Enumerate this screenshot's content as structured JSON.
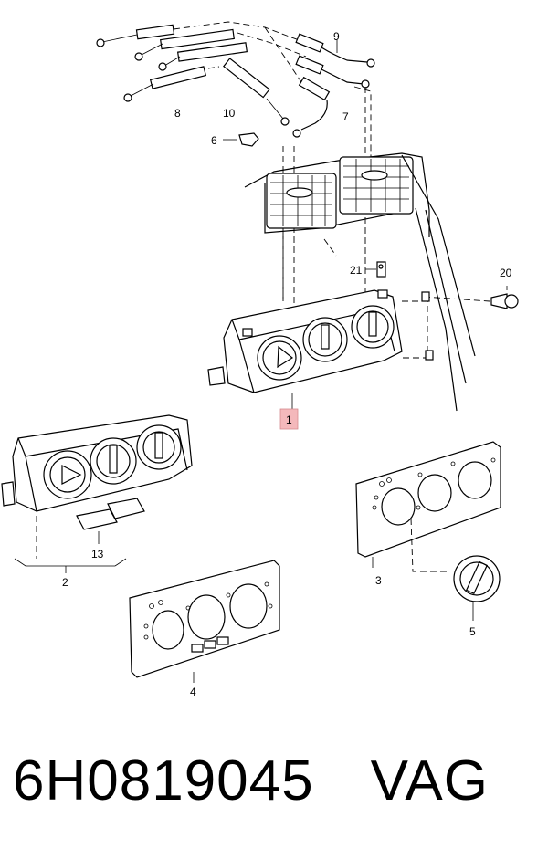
{
  "callouts": {
    "c1": "1",
    "c2": "2",
    "c3": "3",
    "c4": "4",
    "c5": "5",
    "c6": "6",
    "c7": "7",
    "c8": "8",
    "c9": "9",
    "c10": "10",
    "c13": "13",
    "c20": "20",
    "c21": "21"
  },
  "highlight_color": "#f4b8bb",
  "caption": {
    "part_number": "6H0819045",
    "brand": "VAG"
  }
}
